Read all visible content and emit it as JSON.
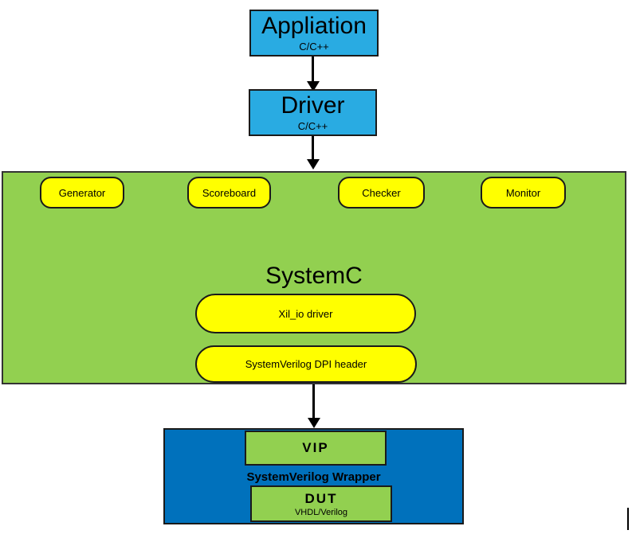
{
  "colors": {
    "cyan": "#29ABE2",
    "green": "#92D050",
    "yellow": "#FFFF00",
    "blue": "#0071BC",
    "arrow": "#000000"
  },
  "app_box": {
    "title": "Appliation",
    "subtitle": "C/C++"
  },
  "driver_box": {
    "title": "Driver",
    "subtitle": "C/C++"
  },
  "systemc": {
    "title": "SystemC",
    "components": [
      "Generator",
      "Scoreboard",
      "Checker",
      "Monitor"
    ],
    "xil_pill": "Xil_io driver",
    "dpi_pill": "SystemVerilog DPI header"
  },
  "wrapper": {
    "label": "SystemVerilog Wrapper",
    "vip_title": "VIP",
    "dut_title": "DUT",
    "dut_subtitle": "VHDL/Verilog"
  }
}
